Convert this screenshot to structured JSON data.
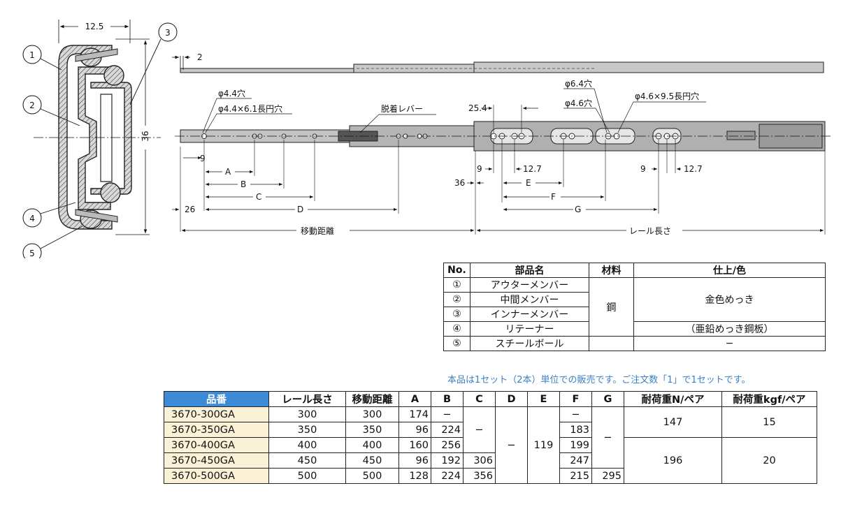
{
  "cross_section": {
    "width_dim": "12.5",
    "height_dim": "36",
    "callouts": [
      "1",
      "2",
      "3",
      "4",
      "5"
    ]
  },
  "top_view": {
    "thickness_dim": "2"
  },
  "side_view": {
    "hole_1": "φ4.4穴",
    "hole_2": "φ4.4×6.1長円穴",
    "lever": "脱着レバー",
    "hole_3": "φ6.4穴",
    "hole_4": "φ4.6穴",
    "hole_5": "φ4.6×9.5長円穴",
    "dim_25_4": "25.4",
    "dim_9a": "9",
    "dim_9b": "9",
    "dim_9c": "9",
    "dim_12_7a": "12.7",
    "dim_12_7b": "12.7",
    "dim_36": "36",
    "dim_26": "26",
    "labels": {
      "A": "A",
      "B": "B",
      "C": "C",
      "D": "D",
      "E": "E",
      "F": "F",
      "G": "G"
    },
    "travel": "移動距離",
    "rail_length": "レール長さ"
  },
  "parts_table": {
    "headers": [
      "No.",
      "部品名",
      "材料",
      "仕上/色"
    ],
    "rows": [
      {
        "no": "①",
        "name": "アウターメンバー"
      },
      {
        "no": "②",
        "name": "中間メンバー"
      },
      {
        "no": "③",
        "name": "インナーメンバー"
      },
      {
        "no": "④",
        "name": "リテーナー"
      },
      {
        "no": "⑤",
        "name": "スチールボール"
      }
    ],
    "material": "鋼",
    "finish_main": "金色めっき",
    "finish_retainer": "（亜鉛めっき鋼板）",
    "finish_ball": "−"
  },
  "notice": "本品は1セット（2本）単位での販売です。ご注文数「1」で1セットです。",
  "spec_table": {
    "headers": [
      "品番",
      "レール長さ",
      "移動距離",
      "A",
      "B",
      "C",
      "D",
      "E",
      "F",
      "G",
      "耐荷重N/ペア",
      "耐荷重kgf/ペア"
    ],
    "rows": [
      {
        "pn": "3670-300GA",
        "len": "300",
        "travel": "300",
        "a": "174",
        "b": "−",
        "f": "−"
      },
      {
        "pn": "3670-350GA",
        "len": "350",
        "travel": "350",
        "a": "96",
        "b": "224",
        "f": "183"
      },
      {
        "pn": "3670-400GA",
        "len": "400",
        "travel": "400",
        "a": "160",
        "b": "256",
        "f": "199"
      },
      {
        "pn": "3670-450GA",
        "len": "450",
        "travel": "450",
        "a": "96",
        "b": "192",
        "c": "306",
        "f": "247"
      },
      {
        "pn": "3670-500GA",
        "len": "500",
        "travel": "500",
        "a": "128",
        "b": "224",
        "c": "356",
        "f": "215",
        "g": "295"
      }
    ],
    "c_dash": "−",
    "d_dash": "−",
    "e_val": "119",
    "g_dash": "−",
    "load_n_1": "147",
    "load_kgf_1": "15",
    "load_n_2": "196",
    "load_kgf_2": "20"
  }
}
